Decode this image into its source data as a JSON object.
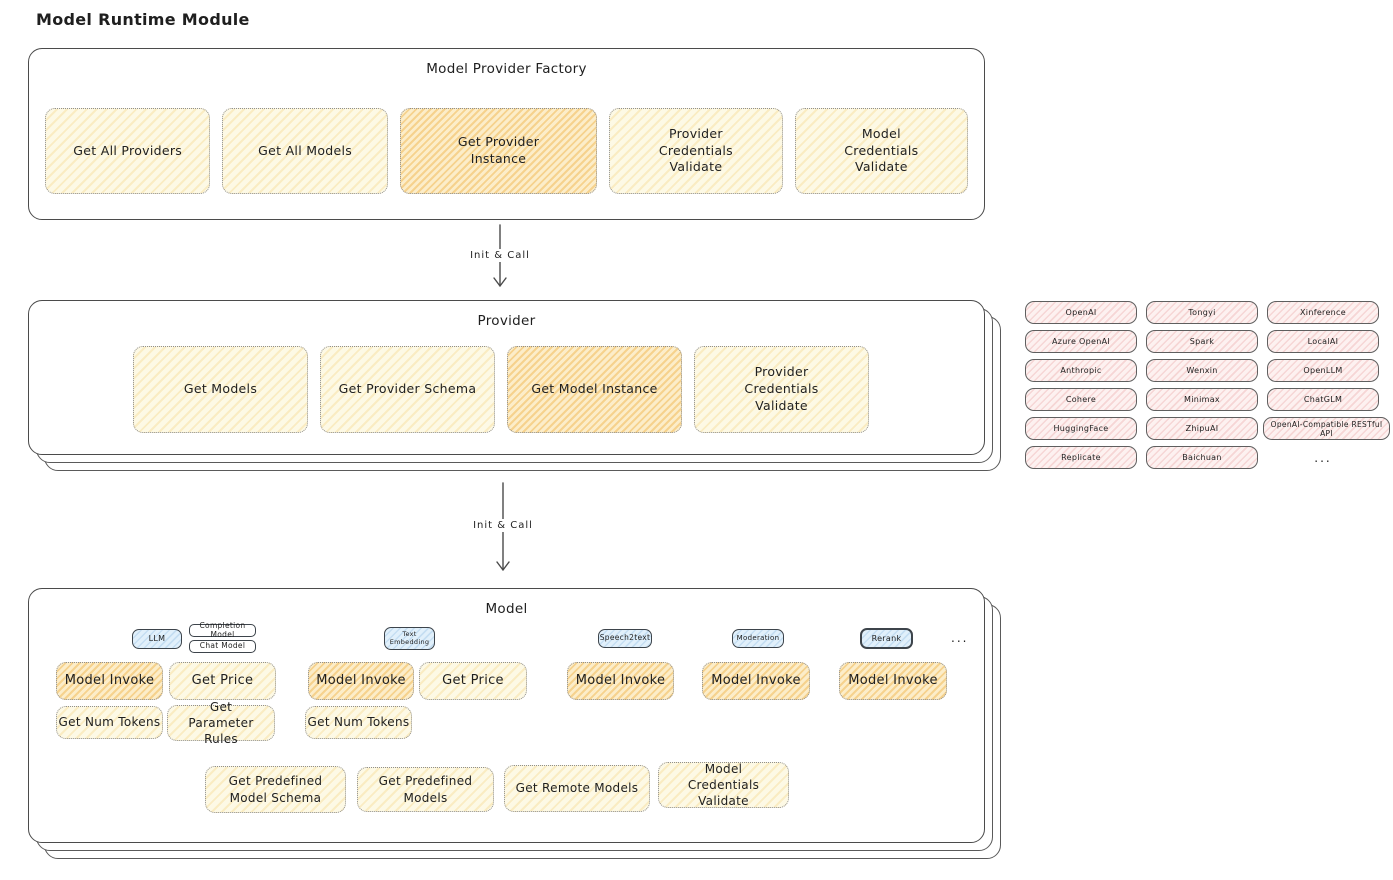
{
  "title": "Model Runtime Module",
  "colors": {
    "yellow": "#fdf9e5",
    "yellow_hl": "#fcedc9",
    "blue": "#e1f0fb",
    "pink": "#fdf1f0",
    "ink": "#1f1f1f"
  },
  "factory": {
    "title": "Model Provider Factory",
    "buttons": [
      "Get All Providers",
      "Get All Models",
      "Get Provider Instance",
      "Provider Credentials Validate",
      "Model Credentials Validate"
    ]
  },
  "arrow1_label": "Init & Call",
  "arrow2_label": "Init & Call",
  "provider": {
    "title": "Provider",
    "buttons": [
      "Get Models",
      "Get Provider Schema",
      "Get Model Instance",
      "Provider Credentials Validate"
    ]
  },
  "providers": [
    "OpenAI",
    "Tongyi",
    "Xinference",
    "Azure OpenAI",
    "Spark",
    "LocalAI",
    "Anthropic",
    "Wenxin",
    "OpenLLM",
    "Cohere",
    "Minimax",
    "ChatGLM",
    "HuggingFace",
    "ZhipuAI",
    "OpenAI-Compatible RESTful API",
    "Replicate",
    "Baichuan"
  ],
  "providers_more": "...",
  "model": {
    "title": "Model",
    "tabs": [
      "LLM",
      "Completion Model",
      "Chat Model",
      "Text Embedding",
      "Speech2text",
      "Moderation",
      "Rerank"
    ],
    "tabs_more": "...",
    "invoke_row": [
      "Model Invoke",
      "Get Price",
      "Model Invoke",
      "Get Price",
      "Model Invoke",
      "Model Invoke",
      "Model Invoke"
    ],
    "token_row": [
      "Get Num Tokens",
      "Get Parameter Rules",
      "Get Num Tokens"
    ],
    "bottom_row": [
      "Get Predefined Model Schema",
      "Get Predefined Models",
      "Get Remote Models",
      "Model Credentials Validate"
    ]
  }
}
